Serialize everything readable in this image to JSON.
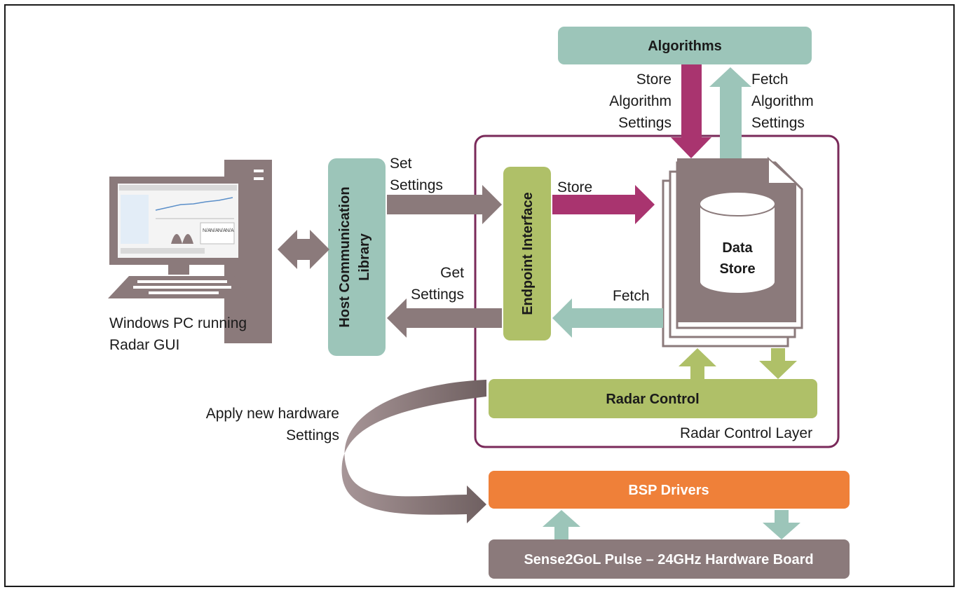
{
  "blocks": {
    "algorithms": "Algorithms",
    "host_comm_line1": "Host Communication",
    "host_comm_line2": "Library",
    "endpoint_interface": "Endpoint Interface",
    "data_store_line1": "Data",
    "data_store_line2": "Store",
    "radar_control": "Radar Control",
    "radar_control_layer": "Radar Control Layer",
    "bsp_drivers": "BSP Drivers",
    "hardware_board": "Sense2GoL Pulse – 24GHz Hardware Board"
  },
  "labels": {
    "store_algo": [
      "Store",
      "Algorithm",
      "Settings"
    ],
    "fetch_algo": [
      "Fetch",
      "Algorithm",
      "Settings"
    ],
    "set_settings": [
      "Set",
      "Settings"
    ],
    "get_settings": [
      "Get",
      "Settings"
    ],
    "store": "Store",
    "fetch": "Fetch",
    "pc_caption": [
      "Windows PC running",
      "Radar GUI"
    ],
    "apply_hw": [
      "Apply new hardware",
      "Settings"
    ],
    "screen_na": [
      "N/A",
      "N/A",
      "N/A",
      "N/A"
    ]
  },
  "colors": {
    "teal": "#9cc5b9",
    "green": "#afc068",
    "mauve": "#8b7a7b",
    "magenta": "#a9346f",
    "orange": "#ef8039",
    "layer_border": "#7a2a5a"
  },
  "icons": {
    "pc": "desktop-computer-icon"
  }
}
